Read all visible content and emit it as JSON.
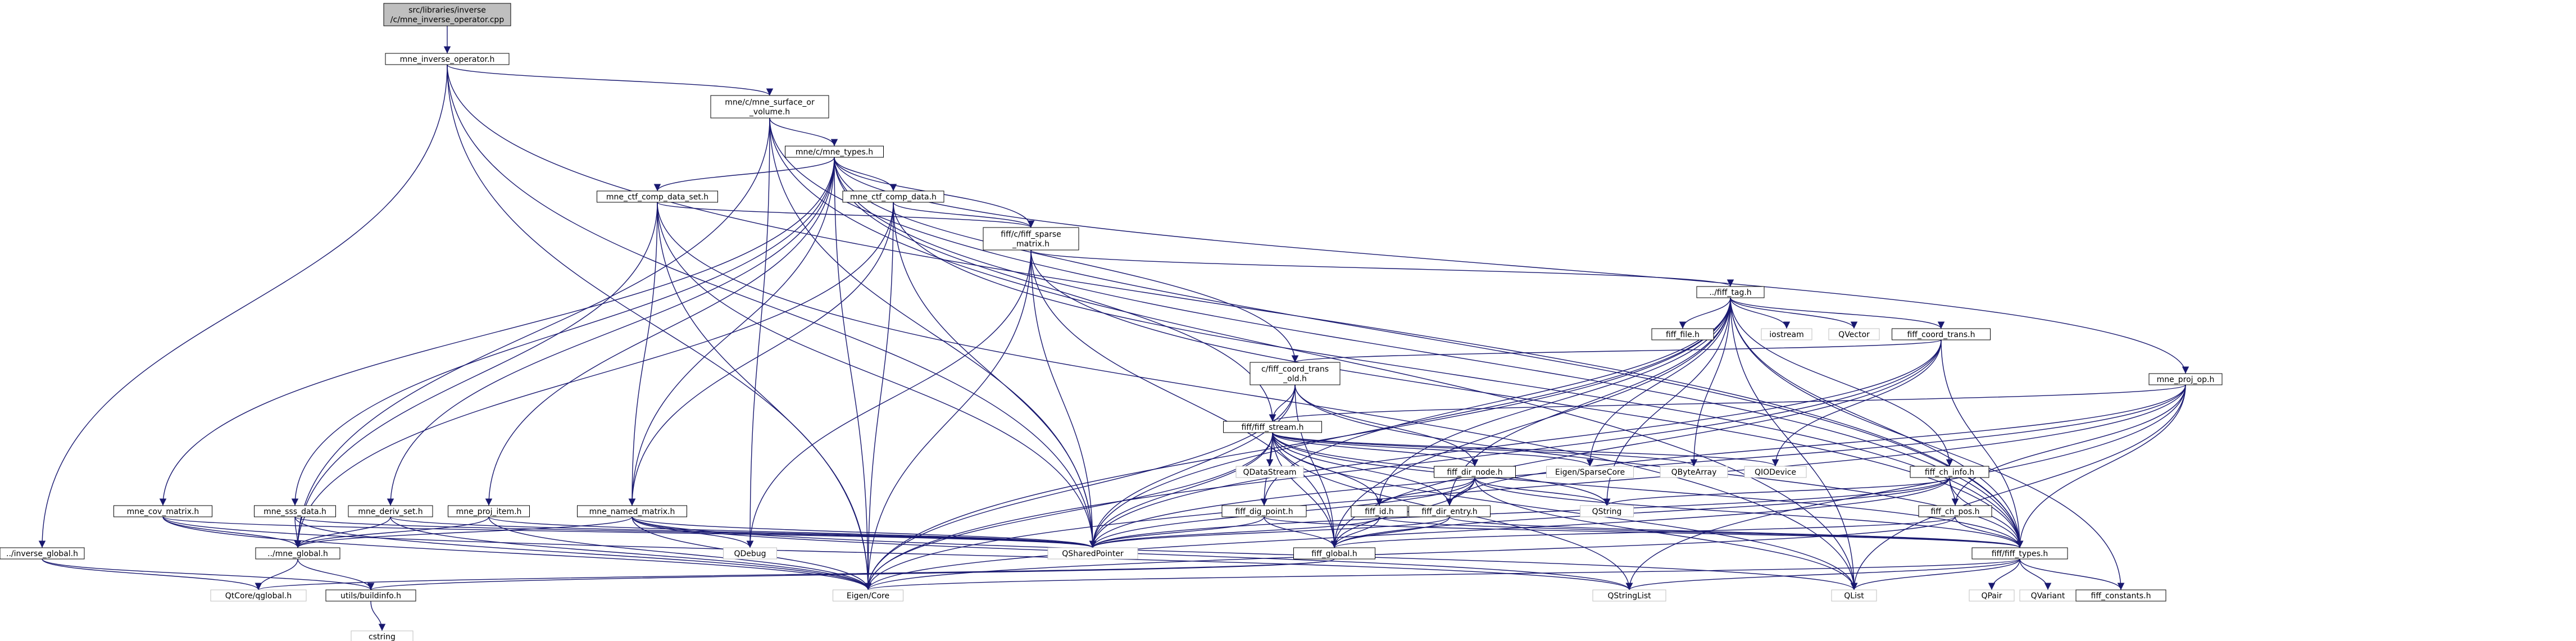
{
  "colors": {
    "edge": "#191970",
    "box_border": "#000000",
    "box_fill": "#ffffff",
    "root_fill": "#bfbfbf",
    "external_border": "#bfbfbf"
  },
  "nodes": [
    {
      "id": "root",
      "lines": [
        "src/libraries/inverse",
        "/c/mne_inverse_operator.cpp"
      ],
      "kind": "root"
    },
    {
      "id": "inv_op_h",
      "lines": [
        "mne_inverse_operator.h"
      ],
      "kind": "file"
    },
    {
      "id": "inv_global",
      "lines": [
        "../inverse_global.h"
      ],
      "kind": "file"
    },
    {
      "id": "surface_or_volume",
      "lines": [
        "mne/c/mne_surface_or",
        "_volume.h"
      ],
      "kind": "file"
    },
    {
      "id": "mne_types",
      "lines": [
        "mne/c/mne_types.h"
      ],
      "kind": "file"
    },
    {
      "id": "ctf_comp_data_set",
      "lines": [
        "mne_ctf_comp_data_set.h"
      ],
      "kind": "file"
    },
    {
      "id": "ctf_comp_data",
      "lines": [
        "mne_ctf_comp_data.h"
      ],
      "kind": "file"
    },
    {
      "id": "fiff_sparse",
      "lines": [
        "fiff/c/fiff_sparse",
        "_matrix.h"
      ],
      "kind": "file"
    },
    {
      "id": "fiff_tag",
      "lines": [
        "../fiff_tag.h"
      ],
      "kind": "file"
    },
    {
      "id": "fiff_file",
      "lines": [
        "fiff_file.h"
      ],
      "kind": "file"
    },
    {
      "id": "iostream",
      "lines": [
        "iostream"
      ],
      "kind": "external"
    },
    {
      "id": "qvector",
      "lines": [
        "QVector"
      ],
      "kind": "external"
    },
    {
      "id": "fiff_coord_trans",
      "lines": [
        "fiff_coord_trans.h"
      ],
      "kind": "file"
    },
    {
      "id": "coord_trans_old",
      "lines": [
        "c/fiff_coord_trans",
        "_old.h"
      ],
      "kind": "file"
    },
    {
      "id": "fiff_stream",
      "lines": [
        "fiff/fiff_stream.h"
      ],
      "kind": "file"
    },
    {
      "id": "mne_proj_op",
      "lines": [
        "mne_proj_op.h"
      ],
      "kind": "file"
    },
    {
      "id": "qdatastream",
      "lines": [
        "QDataStream"
      ],
      "kind": "external"
    },
    {
      "id": "fiff_dir_node",
      "lines": [
        "fiff_dir_node.h"
      ],
      "kind": "file"
    },
    {
      "id": "eigen_sparse",
      "lines": [
        "Eigen/SparseCore"
      ],
      "kind": "external"
    },
    {
      "id": "qbytearray",
      "lines": [
        "QByteArray"
      ],
      "kind": "external"
    },
    {
      "id": "qiodevice",
      "lines": [
        "QIODevice"
      ],
      "kind": "external"
    },
    {
      "id": "fiff_ch_info",
      "lines": [
        "fiff_ch_info.h"
      ],
      "kind": "file"
    },
    {
      "id": "mne_cov_matrix",
      "lines": [
        "mne_cov_matrix.h"
      ],
      "kind": "file"
    },
    {
      "id": "mne_sss_data",
      "lines": [
        "mne_sss_data.h"
      ],
      "kind": "file"
    },
    {
      "id": "mne_deriv_set",
      "lines": [
        "mne_deriv_set.h"
      ],
      "kind": "file"
    },
    {
      "id": "mne_proj_item",
      "lines": [
        "mne_proj_item.h"
      ],
      "kind": "file"
    },
    {
      "id": "mne_named_matrix",
      "lines": [
        "mne_named_matrix.h"
      ],
      "kind": "file"
    },
    {
      "id": "fiff_dig_point",
      "lines": [
        "fiff_dig_point.h"
      ],
      "kind": "file"
    },
    {
      "id": "fiff_id",
      "lines": [
        "fiff_id.h"
      ],
      "kind": "file"
    },
    {
      "id": "fiff_dir_entry",
      "lines": [
        "fiff_dir_entry.h"
      ],
      "kind": "file"
    },
    {
      "id": "qstring",
      "lines": [
        "QString"
      ],
      "kind": "external"
    },
    {
      "id": "fiff_ch_pos",
      "lines": [
        "fiff_ch_pos.h"
      ],
      "kind": "file"
    },
    {
      "id": "qdebug",
      "lines": [
        "QDebug"
      ],
      "kind": "external"
    },
    {
      "id": "mne_global",
      "lines": [
        "../mne_global.h"
      ],
      "kind": "file"
    },
    {
      "id": "qsharedpointer",
      "lines": [
        "QSharedPointer"
      ],
      "kind": "external"
    },
    {
      "id": "fiff_global",
      "lines": [
        "fiff_global.h"
      ],
      "kind": "file"
    },
    {
      "id": "fiff_types",
      "lines": [
        "fiff/fiff_types.h"
      ],
      "kind": "file"
    },
    {
      "id": "qtcore_global",
      "lines": [
        "QtCore/qglobal.h"
      ],
      "kind": "external"
    },
    {
      "id": "buildinfo",
      "lines": [
        "utils/buildinfo.h"
      ],
      "kind": "file"
    },
    {
      "id": "eigen_core",
      "lines": [
        "Eigen/Core"
      ],
      "kind": "external"
    },
    {
      "id": "qstringlist",
      "lines": [
        "QStringList"
      ],
      "kind": "external"
    },
    {
      "id": "qlist",
      "lines": [
        "QList"
      ],
      "kind": "external"
    },
    {
      "id": "qpair",
      "lines": [
        "QPair"
      ],
      "kind": "external"
    },
    {
      "id": "qvariant",
      "lines": [
        "QVariant"
      ],
      "kind": "external"
    },
    {
      "id": "fiff_constants",
      "lines": [
        "fiff_constants.h"
      ],
      "kind": "file"
    },
    {
      "id": "cstring",
      "lines": [
        "cstring"
      ],
      "kind": "external"
    }
  ],
  "edges": [
    [
      "root",
      "inv_op_h"
    ],
    [
      "inv_op_h",
      "inv_global"
    ],
    [
      "inv_op_h",
      "surface_or_volume"
    ],
    [
      "inv_op_h",
      "qsharedpointer"
    ],
    [
      "inv_op_h",
      "fiff_types"
    ],
    [
      "inv_op_h",
      "eigen_core"
    ],
    [
      "inv_global",
      "qtcore_global"
    ],
    [
      "inv_global",
      "buildinfo"
    ],
    [
      "surface_or_volume",
      "mne_types"
    ],
    [
      "surface_or_volume",
      "mne_global"
    ],
    [
      "surface_or_volume",
      "qsharedpointer"
    ],
    [
      "surface_or_volume",
      "fiff_types"
    ],
    [
      "surface_or_volume",
      "qlist"
    ],
    [
      "surface_or_volume",
      "qdebug"
    ],
    [
      "mne_types",
      "ctf_comp_data_set"
    ],
    [
      "mne_types",
      "ctf_comp_data"
    ],
    [
      "mne_types",
      "fiff_sparse"
    ],
    [
      "mne_types",
      "coord_trans_old"
    ],
    [
      "mne_types",
      "fiff_stream"
    ],
    [
      "mne_types",
      "mne_proj_op"
    ],
    [
      "mne_types",
      "mne_cov_matrix"
    ],
    [
      "mne_types",
      "mne_sss_data"
    ],
    [
      "mne_types",
      "mne_deriv_set"
    ],
    [
      "mne_types",
      "mne_proj_item"
    ],
    [
      "mne_types",
      "mne_named_matrix"
    ],
    [
      "mne_types",
      "fiff_types"
    ],
    [
      "mne_types",
      "eigen_core"
    ],
    [
      "ctf_comp_data_set",
      "mne_global"
    ],
    [
      "ctf_comp_data_set",
      "fiff_sparse"
    ],
    [
      "ctf_comp_data_set",
      "mne_named_matrix"
    ],
    [
      "ctf_comp_data_set",
      "qsharedpointer"
    ],
    [
      "ctf_comp_data_set",
      "eigen_core"
    ],
    [
      "ctf_comp_data_set",
      "qlist"
    ],
    [
      "ctf_comp_data",
      "mne_global"
    ],
    [
      "ctf_comp_data",
      "fiff_sparse"
    ],
    [
      "ctf_comp_data",
      "mne_named_matrix"
    ],
    [
      "ctf_comp_data",
      "qsharedpointer"
    ],
    [
      "ctf_comp_data",
      "fiff_types"
    ],
    [
      "ctf_comp_data",
      "eigen_core"
    ],
    [
      "fiff_sparse",
      "fiff_tag"
    ],
    [
      "fiff_sparse",
      "fiff_global"
    ],
    [
      "fiff_sparse",
      "fiff_types"
    ],
    [
      "fiff_sparse",
      "qdebug"
    ],
    [
      "fiff_sparse",
      "qsharedpointer"
    ],
    [
      "fiff_sparse",
      "eigen_core"
    ],
    [
      "fiff_tag",
      "fiff_file"
    ],
    [
      "fiff_tag",
      "iostream"
    ],
    [
      "fiff_tag",
      "qvector"
    ],
    [
      "fiff_tag",
      "fiff_coord_trans"
    ],
    [
      "fiff_tag",
      "fiff_ch_info"
    ],
    [
      "fiff_tag",
      "fiff_id"
    ],
    [
      "fiff_tag",
      "fiff_dig_point"
    ],
    [
      "fiff_tag",
      "fiff_dir_entry"
    ],
    [
      "fiff_tag",
      "eigen_sparse"
    ],
    [
      "fiff_tag",
      "qbytearray"
    ],
    [
      "fiff_tag",
      "qstring"
    ],
    [
      "fiff_tag",
      "fiff_types"
    ],
    [
      "fiff_tag",
      "fiff_global"
    ],
    [
      "fiff_tag",
      "qsharedpointer"
    ],
    [
      "fiff_tag",
      "eigen_core"
    ],
    [
      "fiff_tag",
      "qlist"
    ],
    [
      "fiff_tag",
      "fiff_constants"
    ],
    [
      "fiff_coord_trans",
      "coord_trans_old"
    ],
    [
      "fiff_coord_trans",
      "qiodevice"
    ],
    [
      "fiff_coord_trans",
      "fiff_types"
    ],
    [
      "fiff_coord_trans",
      "qsharedpointer"
    ],
    [
      "fiff_coord_trans",
      "eigen_core"
    ],
    [
      "fiff_coord_trans",
      "fiff_global"
    ],
    [
      "coord_trans_old",
      "fiff_stream"
    ],
    [
      "coord_trans_old",
      "fiff_dir_node"
    ],
    [
      "coord_trans_old",
      "fiff_types"
    ],
    [
      "coord_trans_old",
      "fiff_global"
    ],
    [
      "coord_trans_old",
      "qsharedpointer"
    ],
    [
      "coord_trans_old",
      "eigen_core"
    ],
    [
      "fiff_stream",
      "qdatastream"
    ],
    [
      "fiff_stream",
      "fiff_dir_node"
    ],
    [
      "fiff_stream",
      "fiff_id"
    ],
    [
      "fiff_stream",
      "fiff_dir_entry"
    ],
    [
      "fiff_stream",
      "fiff_dig_point"
    ],
    [
      "fiff_stream",
      "eigen_sparse"
    ],
    [
      "fiff_stream",
      "qbytearray"
    ],
    [
      "fiff_stream",
      "qiodevice"
    ],
    [
      "fiff_stream",
      "qstring"
    ],
    [
      "fiff_stream",
      "fiff_types"
    ],
    [
      "fiff_stream",
      "fiff_global"
    ],
    [
      "fiff_stream",
      "qsharedpointer"
    ],
    [
      "fiff_stream",
      "eigen_core"
    ],
    [
      "fiff_stream",
      "qlist"
    ],
    [
      "fiff_stream",
      "qstringlist"
    ],
    [
      "mne_proj_op",
      "fiff_stream"
    ],
    [
      "mne_proj_op",
      "fiff_ch_pos"
    ],
    [
      "mne_proj_op",
      "fiff_types"
    ],
    [
      "mne_proj_op",
      "qsharedpointer"
    ],
    [
      "mne_proj_op",
      "eigen_core"
    ],
    [
      "mne_proj_op",
      "qlist"
    ],
    [
      "mne_proj_op",
      "qstringlist"
    ],
    [
      "mne_proj_op",
      "fiff_dir_entry"
    ],
    [
      "fiff_dir_node",
      "fiff_id"
    ],
    [
      "fiff_dir_node",
      "fiff_dir_entry"
    ],
    [
      "fiff_dir_node",
      "fiff_types"
    ],
    [
      "fiff_dir_node",
      "fiff_global"
    ],
    [
      "fiff_dir_node",
      "qsharedpointer"
    ],
    [
      "fiff_dir_node",
      "qlist"
    ],
    [
      "fiff_dir_node",
      "qstring"
    ],
    [
      "fiff_ch_info",
      "fiff_ch_pos"
    ],
    [
      "fiff_ch_info",
      "fiff_types"
    ],
    [
      "fiff_ch_info",
      "fiff_global"
    ],
    [
      "fiff_ch_info",
      "qsharedpointer"
    ],
    [
      "fiff_ch_info",
      "eigen_core"
    ],
    [
      "fiff_ch_info",
      "qstring"
    ],
    [
      "mne_cov_matrix",
      "mne_global"
    ],
    [
      "mne_cov_matrix",
      "qsharedpointer"
    ],
    [
      "mne_cov_matrix",
      "eigen_core"
    ],
    [
      "mne_cov_matrix",
      "qstringlist"
    ],
    [
      "mne_sss_data",
      "mne_global"
    ],
    [
      "mne_sss_data",
      "qsharedpointer"
    ],
    [
      "mne_sss_data",
      "eigen_core"
    ],
    [
      "mne_deriv_set",
      "mne_global"
    ],
    [
      "mne_deriv_set",
      "qsharedpointer"
    ],
    [
      "mne_deriv_set",
      "eigen_core"
    ],
    [
      "mne_proj_item",
      "mne_global"
    ],
    [
      "mne_proj_item",
      "qsharedpointer"
    ],
    [
      "mne_proj_item",
      "eigen_core"
    ],
    [
      "mne_named_matrix",
      "mne_global"
    ],
    [
      "mne_named_matrix",
      "qsharedpointer"
    ],
    [
      "mne_named_matrix",
      "eigen_core"
    ],
    [
      "mne_named_matrix",
      "qstringlist"
    ],
    [
      "mne_named_matrix",
      "qdebug"
    ],
    [
      "mne_named_matrix",
      "qlist"
    ],
    [
      "fiff_dig_point",
      "fiff_types"
    ],
    [
      "fiff_dig_point",
      "fiff_global"
    ],
    [
      "fiff_dig_point",
      "qsharedpointer"
    ],
    [
      "fiff_id",
      "fiff_types"
    ],
    [
      "fiff_id",
      "fiff_global"
    ],
    [
      "fiff_id",
      "qsharedpointer"
    ],
    [
      "fiff_dir_entry",
      "fiff_types"
    ],
    [
      "fiff_dir_entry",
      "fiff_global"
    ],
    [
      "fiff_dir_entry",
      "qsharedpointer"
    ],
    [
      "fiff_ch_pos",
      "fiff_types"
    ],
    [
      "fiff_ch_pos",
      "fiff_global"
    ],
    [
      "fiff_ch_pos",
      "eigen_core"
    ],
    [
      "mne_global",
      "qtcore_global"
    ],
    [
      "mne_global",
      "buildinfo"
    ],
    [
      "fiff_global",
      "qtcore_global"
    ],
    [
      "fiff_global",
      "buildinfo"
    ],
    [
      "fiff_types",
      "qpair"
    ],
    [
      "fiff_types",
      "qvariant"
    ],
    [
      "fiff_types",
      "fiff_constants"
    ],
    [
      "fiff_types",
      "eigen_core"
    ],
    [
      "fiff_types",
      "qlist"
    ],
    [
      "fiff_types",
      "qstringlist"
    ],
    [
      "buildinfo",
      "cstring"
    ]
  ]
}
